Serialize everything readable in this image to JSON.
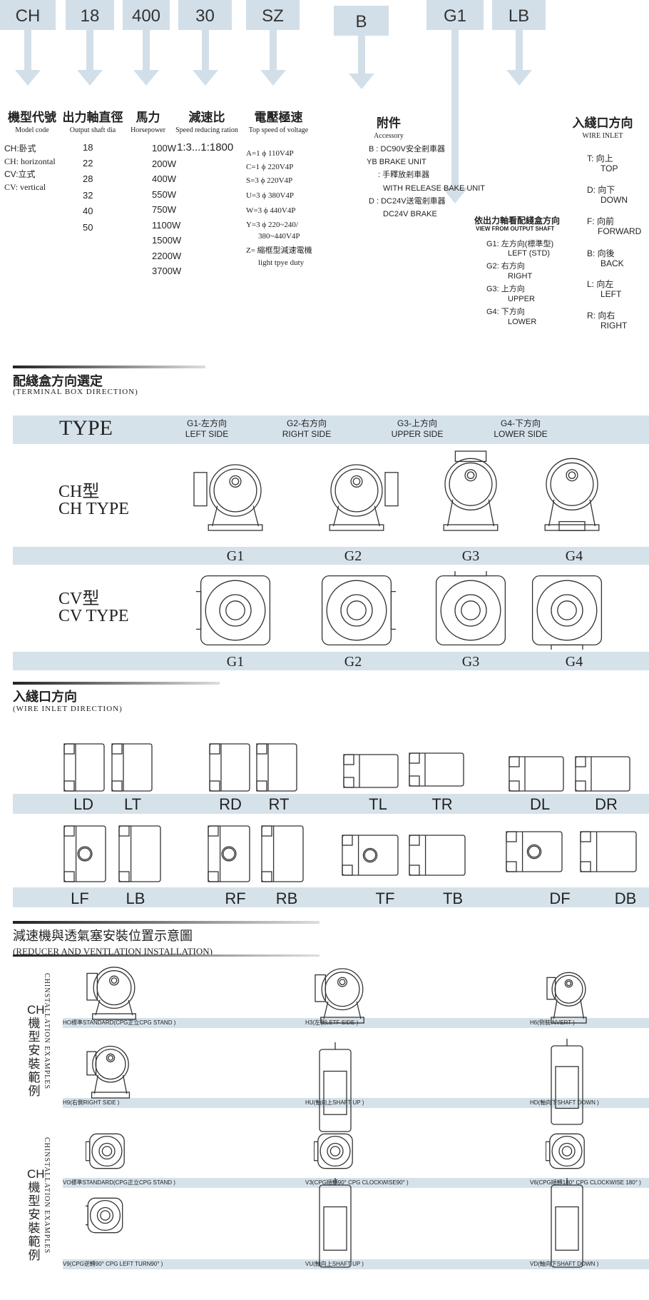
{
  "codes": [
    "CH",
    "18",
    "400",
    "30",
    "SZ",
    "B",
    "G1",
    "LB"
  ],
  "model": {
    "title": "機型代號",
    "sub": "Model code",
    "items": [
      "CH:卧式",
      "CH: horizontal",
      "CV:立式",
      "CV: vertical"
    ]
  },
  "shaft": {
    "title": "出力軸直徑",
    "sub": "Output shaft dia",
    "items": [
      "18",
      "22",
      "28",
      "32",
      "40",
      "50"
    ]
  },
  "hp": {
    "title": "馬力",
    "sub": "Horsepower",
    "items": [
      "100W",
      "200W",
      "400W",
      "550W",
      "750W",
      "1100W",
      "1500W",
      "2200W",
      "3700W"
    ]
  },
  "ratio": {
    "title": "減速比",
    "sub": "Speed reducing ration",
    "value": "1:3...1:1800"
  },
  "voltage": {
    "title": "電壓極速",
    "sub": "Top speed of voltage",
    "items": [
      "A=1 ϕ 110V4P",
      "C=1 ϕ 220V4P",
      "S=3 ϕ 220V4P",
      "U=3 ϕ 380V4P",
      "W=3 ϕ 440V4P",
      "Y=3 ϕ 220~240/",
      "380~440V4P",
      "Z= 縮框型減速電機",
      "light tpye duty"
    ]
  },
  "accessory": {
    "title": "附件",
    "sub": "Accessory",
    "items": [
      "B : DC90V安全剎車器",
      "YB  BRAKE UNIT",
      ": 手釋放剎車器",
      "WITH RELEASE BAKE UNIT",
      "D : DC24V送電剎車器",
      "DC24V BRAKE"
    ]
  },
  "view": {
    "title": "依出力軸看配綫盒方向",
    "sub": "VIEW FROM OUTPUT SHAFT",
    "items": [
      "G1: 左方向(標準型)",
      "LEFT     (STD)",
      "G2: 右方向",
      "RIGHT",
      "G3: 上方向",
      "UPPER",
      "G4: 下方向",
      "LOWER"
    ]
  },
  "inlet": {
    "title": "入綫口方向",
    "sub": "WIRE INLET",
    "items": [
      "T: 向上",
      "TOP",
      "D: 向下",
      "DOWN",
      "F: 向前",
      "FORWARD",
      "B: 向後",
      "BACK",
      "L: 向左",
      "LEFT",
      "R: 向右",
      "RIGHT"
    ]
  },
  "terminal": {
    "title": "配綫盒方向選定",
    "sub": "(TERMINAL BOX DIRECTION)",
    "type": "TYPE",
    "cols": [
      [
        "G1-左方向",
        "LEFT SIDE"
      ],
      [
        "G2-右方向",
        "RIGHT SIDE"
      ],
      [
        "G3-上方向",
        "UPPER SIDE"
      ],
      [
        "G4-下方向",
        "LOWER SIDE"
      ]
    ],
    "ch": [
      "CH型",
      "CH TYPE"
    ],
    "cv": [
      "CV型",
      "CV TYPE"
    ],
    "labels": [
      "G1",
      "G2",
      "G3",
      "G4"
    ]
  },
  "wire": {
    "title": "入綫口方向",
    "sub": "(WIRE INLET DIRECTION)",
    "row1": [
      "LD",
      "LT",
      "RD",
      "RT",
      "TL",
      "TR",
      "DL",
      "DR"
    ],
    "row2": [
      "LF",
      "LB",
      "RF",
      "RB",
      "TF",
      "TB",
      "DF",
      "DB"
    ]
  },
  "install": {
    "title": "減速機與透氣塞安裝位置示意圖",
    "sub": "(REDUCER AND VENTLATION INSTALLATION)",
    "side_cn": "CH機型安裝範例",
    "side_en": "CHINSTALLATION EXAMPLES",
    "captions": [
      "HO標準STANDARD(CPG正立CPG STAND )",
      "H3(左側LETF SIDE )",
      "H6(倒裝INVERT )",
      "H9(右側RIGHT SIDE )",
      "HU(軸向上SHAFT UP )",
      "HD(軸向下SHAFT DOWN )",
      "VO標準STANDARD(CPG正立CPG STAND )",
      "V3(CPG順轉90°  CPG CLOCKWISE90°  )",
      "V6(CPG順轉180°  CPG CLOCKWISE 180°  )",
      "V9(CPG逆轉90°  CPG LEFT TURN90°  )",
      "VU(軸向上SHAFT UP )",
      "VD(軸向下SHAFT DOWN )"
    ]
  },
  "colors": {
    "band": "#d6e2ea",
    "arrow": "#d3dfe8"
  }
}
